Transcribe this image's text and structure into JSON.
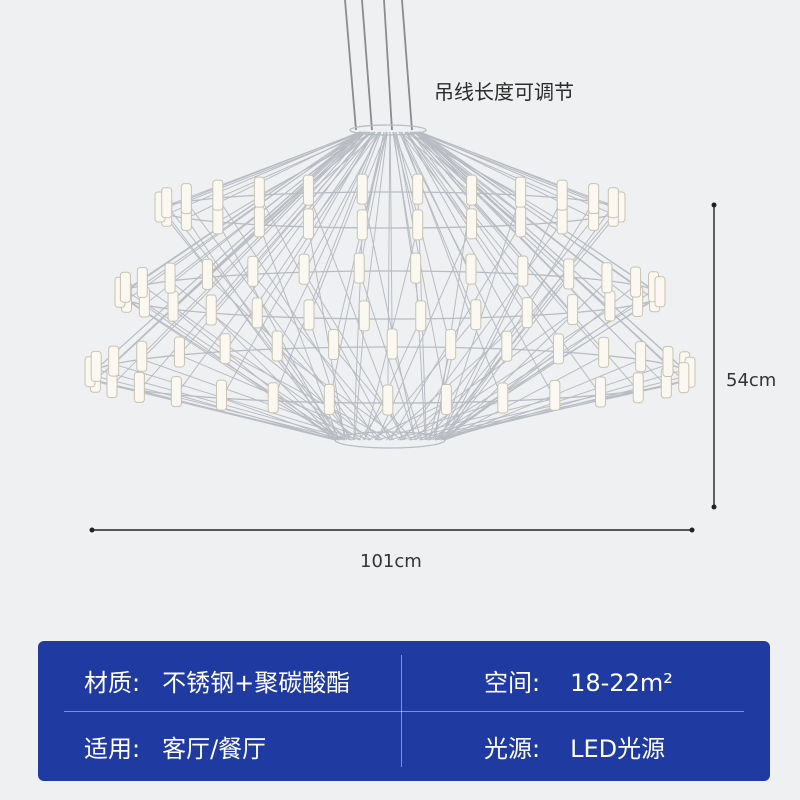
{
  "annotations": {
    "cable_note": "吊线长度可调节",
    "height": "54cm",
    "width": "101cm"
  },
  "specs": {
    "material": {
      "label": "材质:",
      "value": "不锈钢+聚碳酸酯"
    },
    "space": {
      "label": "空间:",
      "value": "18-22m²"
    },
    "use": {
      "label": "适用:",
      "value": "客厅/餐厅"
    },
    "light": {
      "label": "光源:",
      "value": "LED光源"
    }
  },
  "colors": {
    "background": "#eff0f2",
    "panel": "#1f3aa0",
    "wire": "#b8bcc2",
    "led": "#fbf8f1"
  }
}
